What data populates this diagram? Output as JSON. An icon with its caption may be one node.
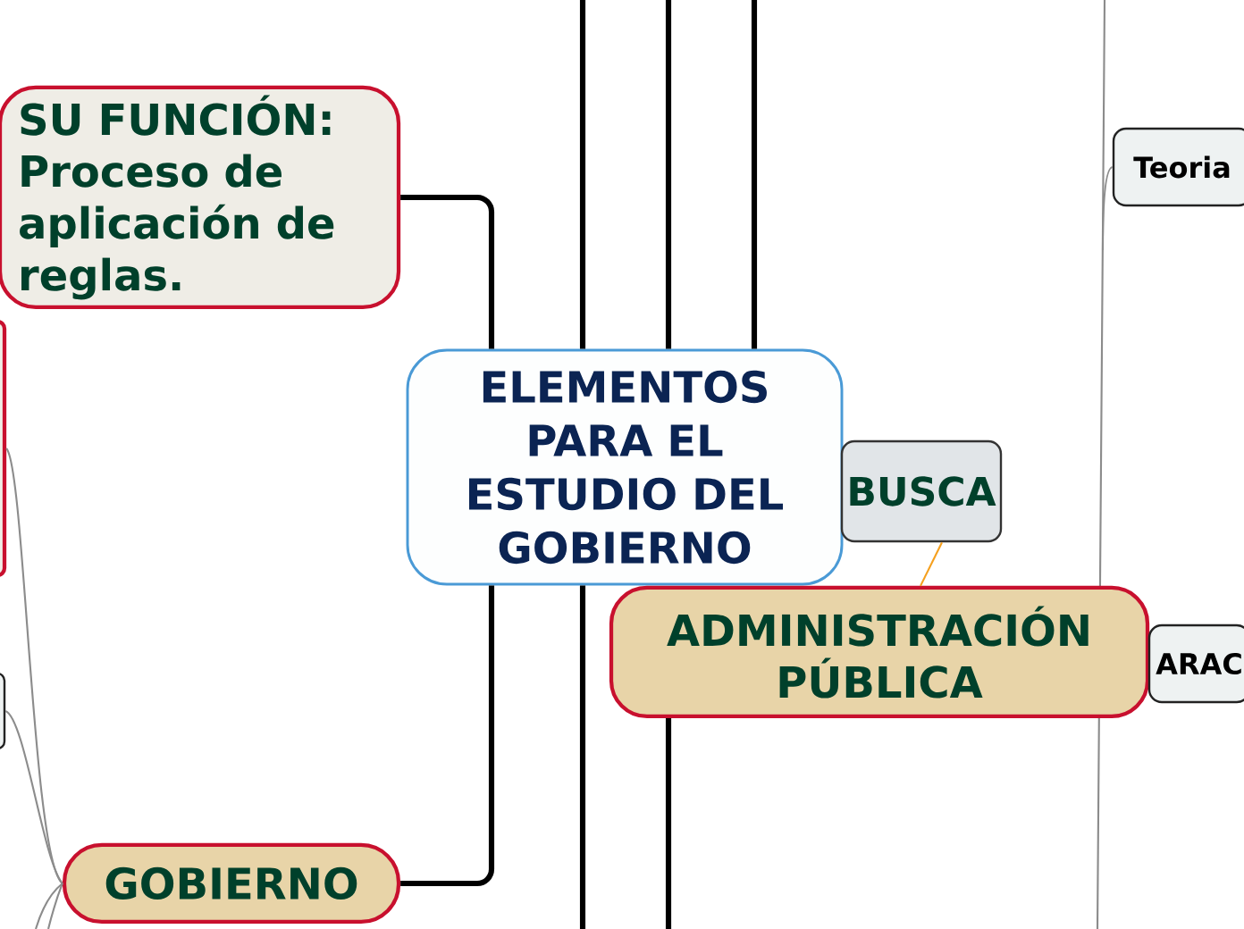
{
  "diagram": {
    "nodes": [
      {
        "text": [
          "ELEMENTOS PARA EL ESTUDIO DEL GOBIERNO"
        ]
      },
      {
        "text": [
          "SU FUNCIÓN: Proceso de aplicación de reglas."
        ]
      },
      {
        "text": [
          "GOBIERNO"
        ]
      },
      {
        "text": [
          "BUSCA"
        ]
      },
      {
        "text": [
          "ADMINISTRACIÓN PÚBLICA"
        ]
      },
      {
        "text": [
          "Teoria"
        ]
      },
      {
        "text": [
          "ARAC"
        ]
      },
      {
        "text": [],
        "shape": "box"
      },
      {
        "text": [],
        "shape": "box"
      }
    ],
    "edges": [
      {
        "from": 0,
        "to": 1,
        "arrow": "none"
      },
      {
        "from": 0,
        "to": 2,
        "arrow": "none"
      },
      {
        "from": 0,
        "to": null,
        "arrow": "none"
      },
      {
        "from": 0,
        "to": null,
        "arrow": "none"
      },
      {
        "from": 0,
        "to": null,
        "arrow": "none"
      },
      {
        "from": 0,
        "to": null,
        "arrow": "none"
      },
      {
        "from": 4,
        "to": null,
        "arrow": "none"
      },
      {
        "from": 4,
        "to": 3,
        "arrow": "none",
        "color": "#f5a01e"
      },
      {
        "from": 2,
        "to": 7,
        "arrow": "none",
        "color": "#8c8c8c"
      },
      {
        "from": 2,
        "to": 8,
        "arrow": "none",
        "color": "#8c8c8c"
      },
      {
        "from": 2,
        "to": null,
        "arrow": "none",
        "color": "#8c8c8c"
      },
      {
        "from": 2,
        "to": null,
        "arrow": "none",
        "color": "#8c8c8c"
      },
      {
        "from": null,
        "to": 5,
        "arrow": "none",
        "color": "#8c8c8c"
      }
    ]
  }
}
